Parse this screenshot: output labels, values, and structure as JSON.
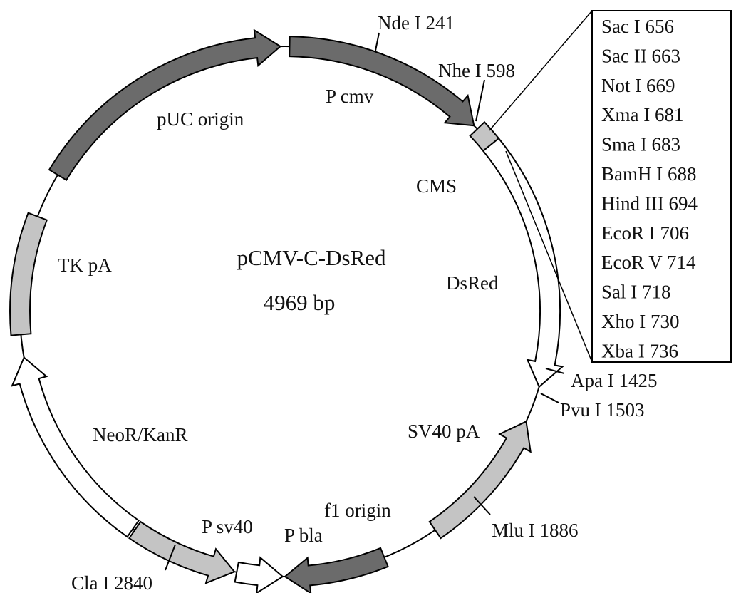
{
  "plasmid": {
    "name": "pCMV-C-DsRed",
    "size": "4969 bp"
  },
  "features": [
    {
      "key": "nde",
      "label": "Nde I 241"
    },
    {
      "key": "nhe",
      "label": "Nhe I 598"
    },
    {
      "key": "pcmv",
      "label": "P cmv"
    },
    {
      "key": "puc",
      "label": "pUC origin"
    },
    {
      "key": "cms",
      "label": "CMS"
    },
    {
      "key": "tkpa",
      "label": "TK pA"
    },
    {
      "key": "dsred",
      "label": "DsRed"
    },
    {
      "key": "apa",
      "label": "Apa I 1425"
    },
    {
      "key": "pvu",
      "label": "Pvu I 1503"
    },
    {
      "key": "sv40pa",
      "label": "SV40 pA"
    },
    {
      "key": "neo",
      "label": "NeoR/KanR"
    },
    {
      "key": "f1",
      "label": "f1 origin"
    },
    {
      "key": "mlu",
      "label": "Mlu I 1886"
    },
    {
      "key": "psv40",
      "label": "P sv40"
    },
    {
      "key": "pbla",
      "label": "P bla"
    },
    {
      "key": "cla",
      "label": "Cla I 2840"
    }
  ],
  "mcs_sites": [
    "Sac I 656",
    "Sac II 663",
    "Not I 669",
    "Xma I 681",
    "Sma I 683",
    "BamH I 688",
    "Hind III 694",
    "EcoR I 706",
    "EcoR V 714",
    "Sal I 718",
    "Xho I 730",
    "Xba I 736"
  ],
  "colors": {
    "dark_feature": "#6b6b6b",
    "light_feature": "#c4c4c4",
    "open_feature": "#ffffff",
    "outline": "#000000"
  }
}
